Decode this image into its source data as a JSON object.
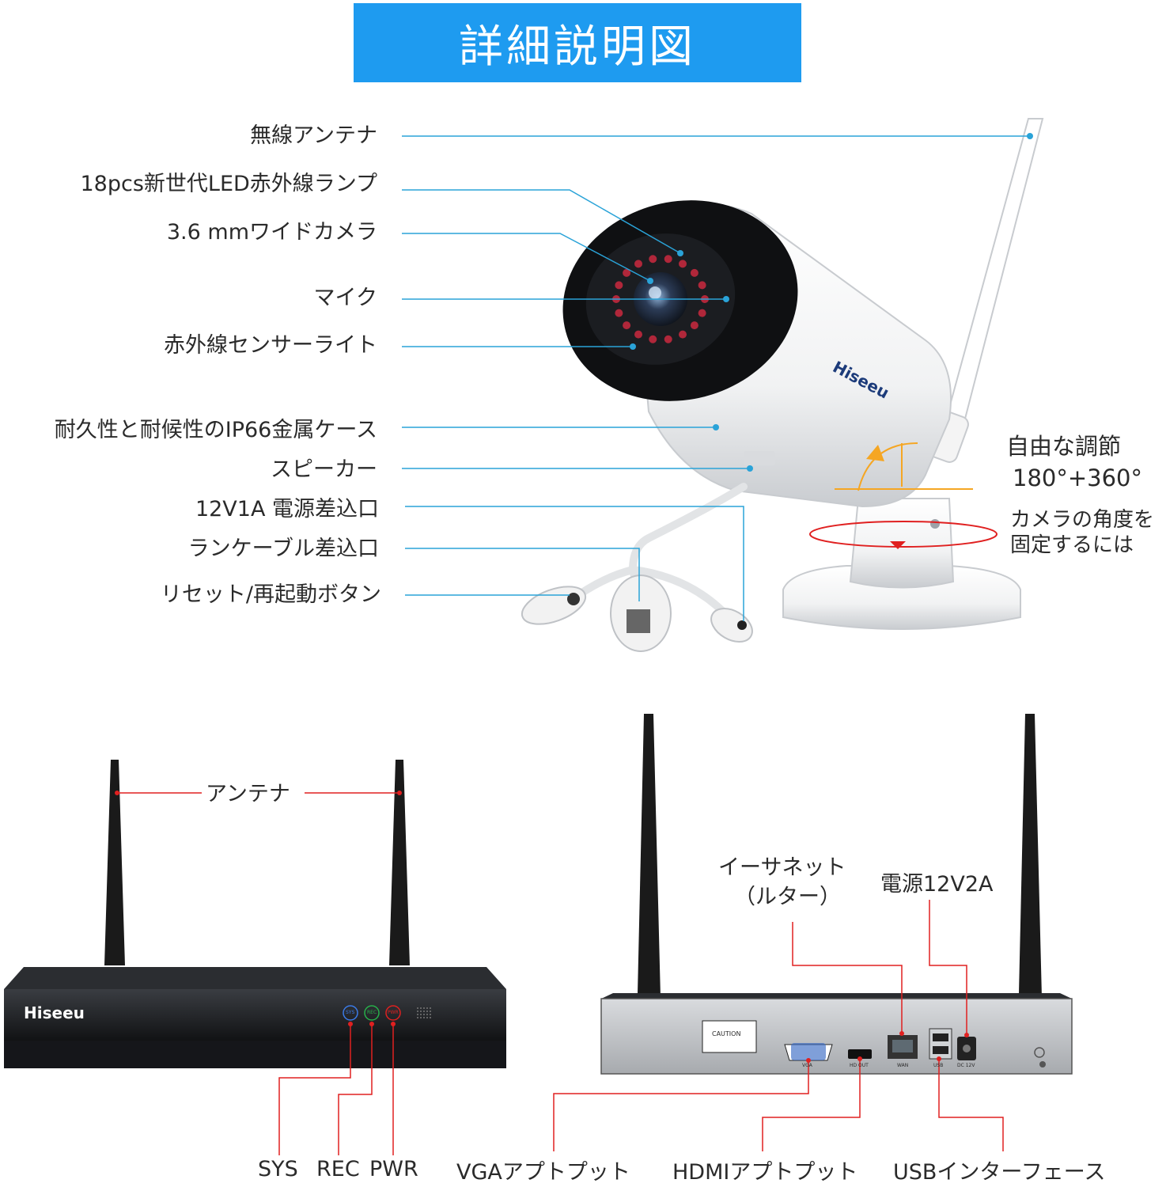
{
  "header": {
    "title": "詳細説明図"
  },
  "camera": {
    "brand": "Hiseeu",
    "callouts": [
      "無線アンテナ",
      "18pcs新世代LED赤外線ランプ",
      "3.6 mmワイドカメラ",
      "マイク",
      "赤外線センサーライト",
      "耐久性と耐候性のIP66金属ケース",
      "スピーカー",
      "12V1A 電源差込口",
      "ランケーブル差込口",
      "リセット/再起動ボタン"
    ],
    "adjust_title": "自由な調節",
    "adjust_angles": "180°+360°",
    "adjust_note_line1": "カメラの角度を",
    "adjust_note_line2": "固定するには"
  },
  "nvr_front": {
    "brand": "Hiseeu",
    "antenna_label": "アンテナ",
    "led_labels": [
      "SYS",
      "REC",
      "PWR"
    ]
  },
  "nvr_back": {
    "ethernet_line1": "イーサネット",
    "ethernet_line2": "（ルター）",
    "power_label": "電源12V2A",
    "vga_label": "VGAアプトプット",
    "hdmi_label": "HDMIアプトプット",
    "usb_label": "USBインターフェース",
    "port_labels": [
      "VGA",
      "HD OUT",
      "WAN",
      "USB",
      "DC 12V"
    ],
    "caution": "CAUTION"
  },
  "colors": {
    "banner": "#1e9bf0",
    "camera_leader": "#2aa3d8",
    "nvr_leader": "#e02020",
    "adjust_arrow": "#f5a623"
  }
}
